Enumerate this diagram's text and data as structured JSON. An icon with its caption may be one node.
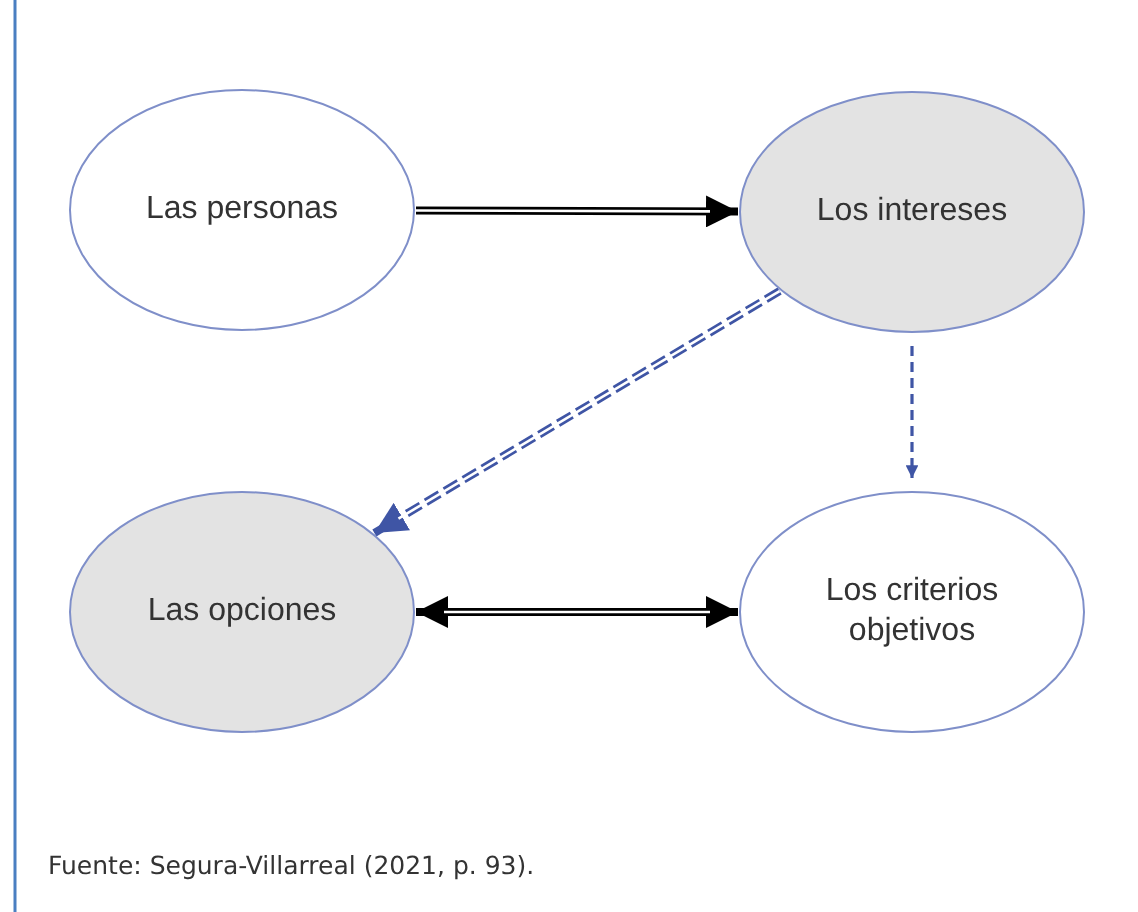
{
  "diagram": {
    "caption": "Fuente: Segura-Villarreal (2021, p. 93).",
    "nodes": [
      {
        "text": [
          "Las personas"
        ]
      },
      {
        "text": [
          "Los intereses"
        ]
      },
      {
        "text": [
          "Las opciones"
        ]
      },
      {
        "text": [
          "Los criterios objetivos"
        ]
      }
    ],
    "edges": [
      {
        "from": 0,
        "to": 1,
        "arrow": "to"
      },
      {
        "from": 1,
        "to": 2,
        "arrow": "to",
        "style": "dashed",
        "color": "#3f55a5"
      },
      {
        "from": 1,
        "to": 3,
        "arrow": "to",
        "style": "dashed",
        "color": "#3f55a5"
      },
      {
        "from": 2,
        "to": 3,
        "arrow": "both"
      }
    ]
  }
}
